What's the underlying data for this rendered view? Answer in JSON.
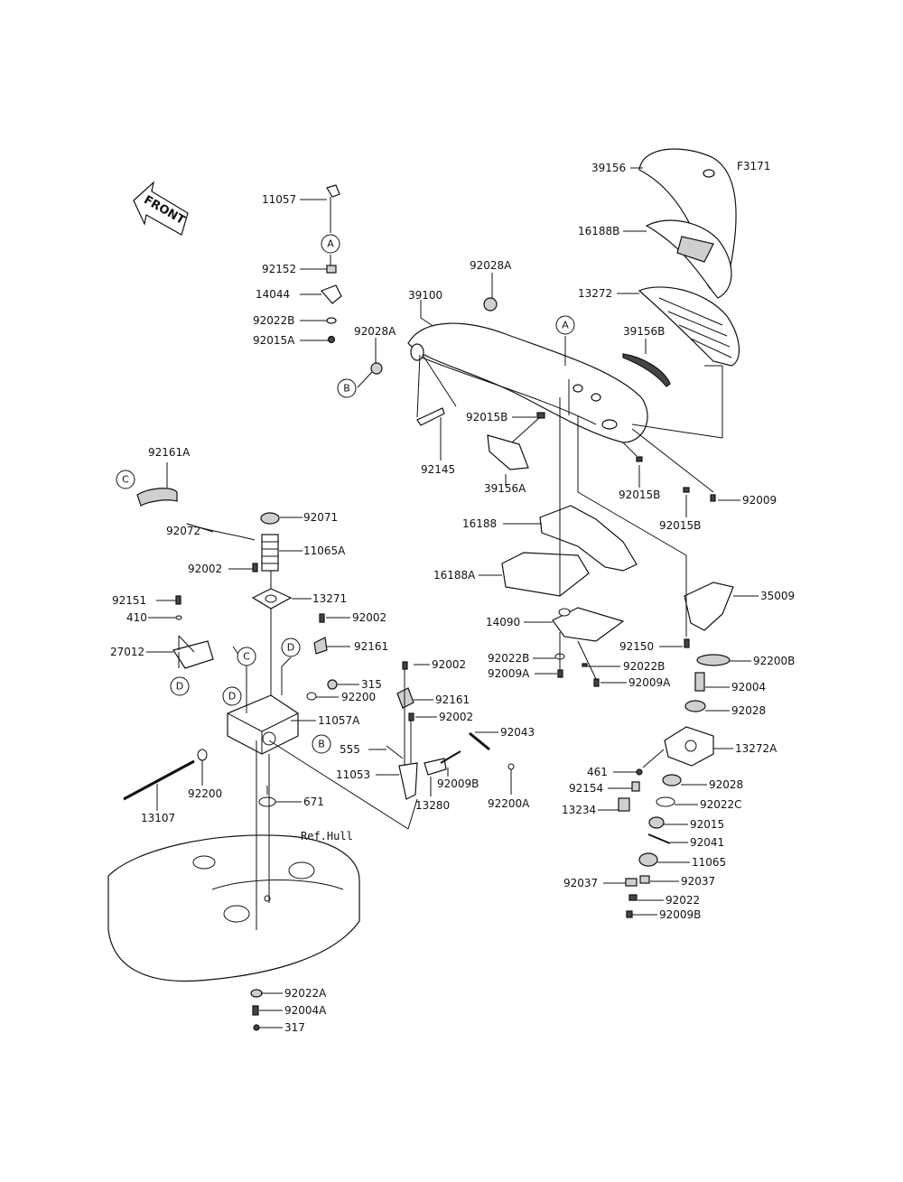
{
  "figure_code": "F3171",
  "front_label": "FRONT",
  "ref_label": "Ref.Hull",
  "callouts": [
    "A",
    "B",
    "C",
    "D"
  ],
  "parts": [
    "39156",
    "16188B",
    "13272",
    "39156B",
    "39100",
    "92028A",
    "92028A",
    "11057",
    "92152",
    "14044",
    "92022B",
    "92015A",
    "92015B",
    "92145",
    "39156A",
    "92015B",
    "92015B",
    "92009",
    "92161A",
    "92072",
    "92071",
    "11065A",
    "92002",
    "13271",
    "16188",
    "16188A",
    "14090",
    "92022B",
    "92022B",
    "92009A",
    "92009A",
    "92151",
    "410",
    "27012",
    "92002",
    "92161",
    "315",
    "92200",
    "11057A",
    "92002",
    "92161",
    "92002",
    "92043",
    "555",
    "11053",
    "92009B",
    "13280",
    "92200A",
    "35009",
    "92150",
    "92200B",
    "92004",
    "92028",
    "13272A",
    "461",
    "92154",
    "92028",
    "13234",
    "92022C",
    "92015",
    "92041",
    "11065",
    "92037",
    "92037",
    "92022",
    "92009B",
    "92200",
    "13107",
    "671",
    "92022A",
    "92004A",
    "317"
  ]
}
